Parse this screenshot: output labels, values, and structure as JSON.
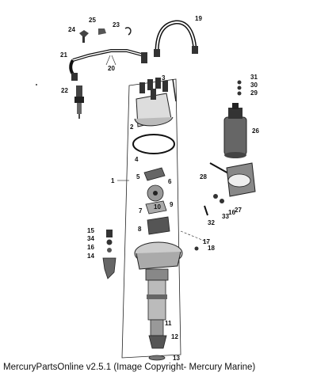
{
  "diagram": {
    "callouts": {
      "c1": "1",
      "c2": "2",
      "c3": "3",
      "c4": "4",
      "c5": "5",
      "c6": "6",
      "c7": "7",
      "c8": "8",
      "c9": "9",
      "c10": "10",
      "c11": "11",
      "c12": "12",
      "c13": "13",
      "c14": "14",
      "c15": "15",
      "c16": "16",
      "c17": "17",
      "c18": "18",
      "c19": "19",
      "c20": "20",
      "c21": "21",
      "c22": "22",
      "c23": "23",
      "c24": "24",
      "c25": "25",
      "c26": "26",
      "c27": "27",
      "c28": "28",
      "c29": "29",
      "c30": "30",
      "c31": "31",
      "c32": "32",
      "c33": "33",
      "c34": "34",
      "c16b": "16"
    }
  },
  "footer": {
    "caption": "MercuryPartsOnline v2.5.1 (Image Copyright- Mercury Marine)"
  }
}
